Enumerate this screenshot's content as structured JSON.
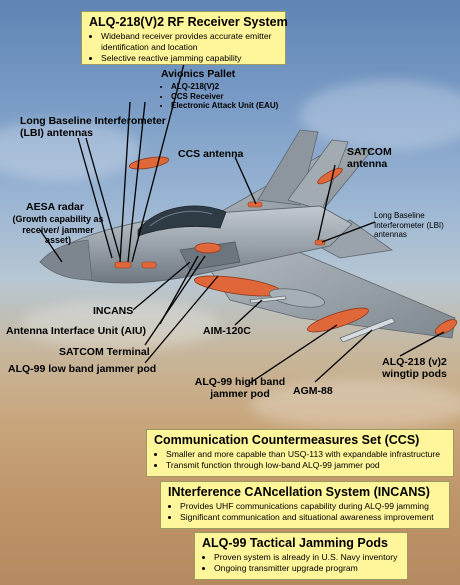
{
  "boxes": {
    "alq218_rf": {
      "title": "ALQ-218(V)2 RF Receiver System",
      "bullets": [
        "Wideband receiver provides accurate emitter identification and location",
        "Selective reactive jamming capability"
      ]
    },
    "ccs": {
      "title": "Communication Countermeasures Set (CCS)",
      "bullets": [
        "Smaller and more capable than USQ-113 with expandable infrastructure",
        "Transmit function through low-band ALQ-99 jammer pod"
      ]
    },
    "incans": {
      "title": "INterference CANcellation System (INCANS)",
      "bullets": [
        "Provides UHF communications capability during ALQ-99 jamming",
        "Significant communication and situational awareness improvement"
      ]
    },
    "alq99_pods": {
      "title": "ALQ-99 Tactical Jamming Pods",
      "bullets": [
        "Proven system is already in U.S. Navy inventory",
        "Ongoing transmitter upgrade program"
      ]
    }
  },
  "avionics": {
    "title": "Avionics Pallet",
    "items": [
      "ALQ-218(V)2",
      "CCS Receiver",
      "Electronic Attack Unit (EAU)"
    ]
  },
  "labels": {
    "lbi_top": "Long Baseline Interferometer (LBI) antennas",
    "ccs_antenna": "CCS antenna",
    "satcom_antenna": "SATCOM antenna",
    "aesa": "AESA radar",
    "aesa_note": "(Growth capability as receiver/ jammer asset)",
    "lbi_right": "Long Baseline Interferometer (LBI) antennas",
    "incans": "INCANS",
    "aiu": "Antenna Interface Unit (AIU)",
    "satcom_terminal": "SATCOM Terminal",
    "alq99_low": "ALQ-99 low band jammer pod",
    "aim120c": "AIM-120C",
    "alq99_high": "ALQ-99 high band jammer pod",
    "agm88": "AGM-88",
    "alq218_wingtip": "ALQ-218 (v)2 wingtip pods"
  },
  "colors": {
    "callout_box": "#fff59a",
    "aircraft": "#9aa3ab",
    "antenna_highlight": "#e0673a"
  }
}
